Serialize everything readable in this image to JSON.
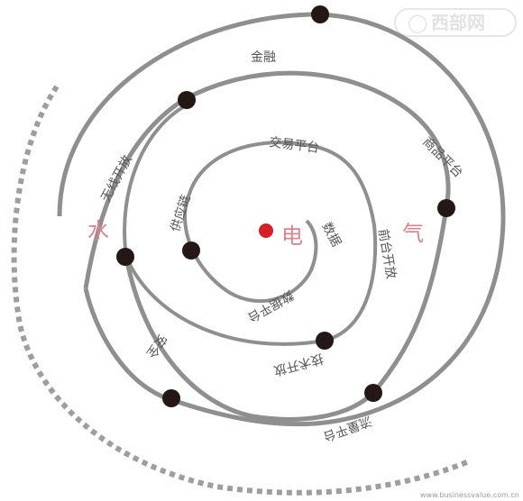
{
  "watermark": {
    "text": "西部网",
    "url": "www.businessvalue.com.cn"
  },
  "diagram": {
    "center_label": "电",
    "outer_labels": [
      "水",
      "气"
    ],
    "ring_labels": {
      "financing": "金融",
      "commodity_platform": "商品平台",
      "open_wireless": "无线开放",
      "front_open": "前台开放",
      "supply_chain": "供应链",
      "trading_platform": "交易平台",
      "data": "数据",
      "data_platform": "数据平台",
      "technology_open": "技术开放",
      "security": "安全",
      "traffic_platform": "流量平台"
    }
  },
  "colors": {
    "spiral": "#8f8f8f",
    "dot": "#231815",
    "center_dot": "#d61f26",
    "accent_text": "#d9848e"
  }
}
